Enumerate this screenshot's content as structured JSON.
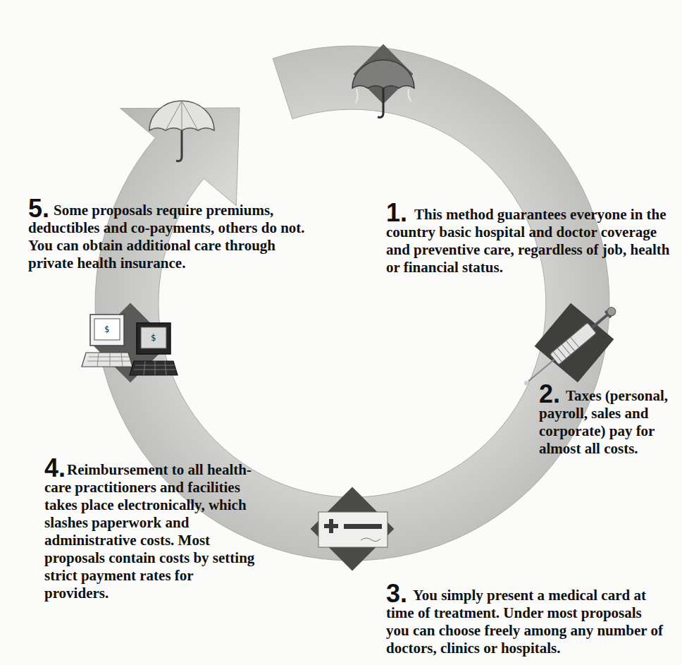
{
  "diagram": {
    "labels": [
      "1.",
      "This method guarantees everyone in the country basic hospital and doctor coverage and preventive care, regardless of job, health or financial status.",
      "2.",
      "Taxes (personal, payroll, sales and corporate) pay for almost all costs.",
      "3.",
      "You simply present a medical card at time of treatment. Under most proposals you can choose freely among any number of doctors, clinics or hospitals.",
      "4.",
      "Reimbursement to all health-care practitioners and facilities takes place electronically, which slashes paperwork and administrative costs. Most proposals contain costs by setting strict payment rates for providers.",
      "5.",
      "Some proposals require premiums, deductibles and co-payments, others do not. You can obtain additional care through private health insurance.",
      "$",
      "$"
    ]
  }
}
